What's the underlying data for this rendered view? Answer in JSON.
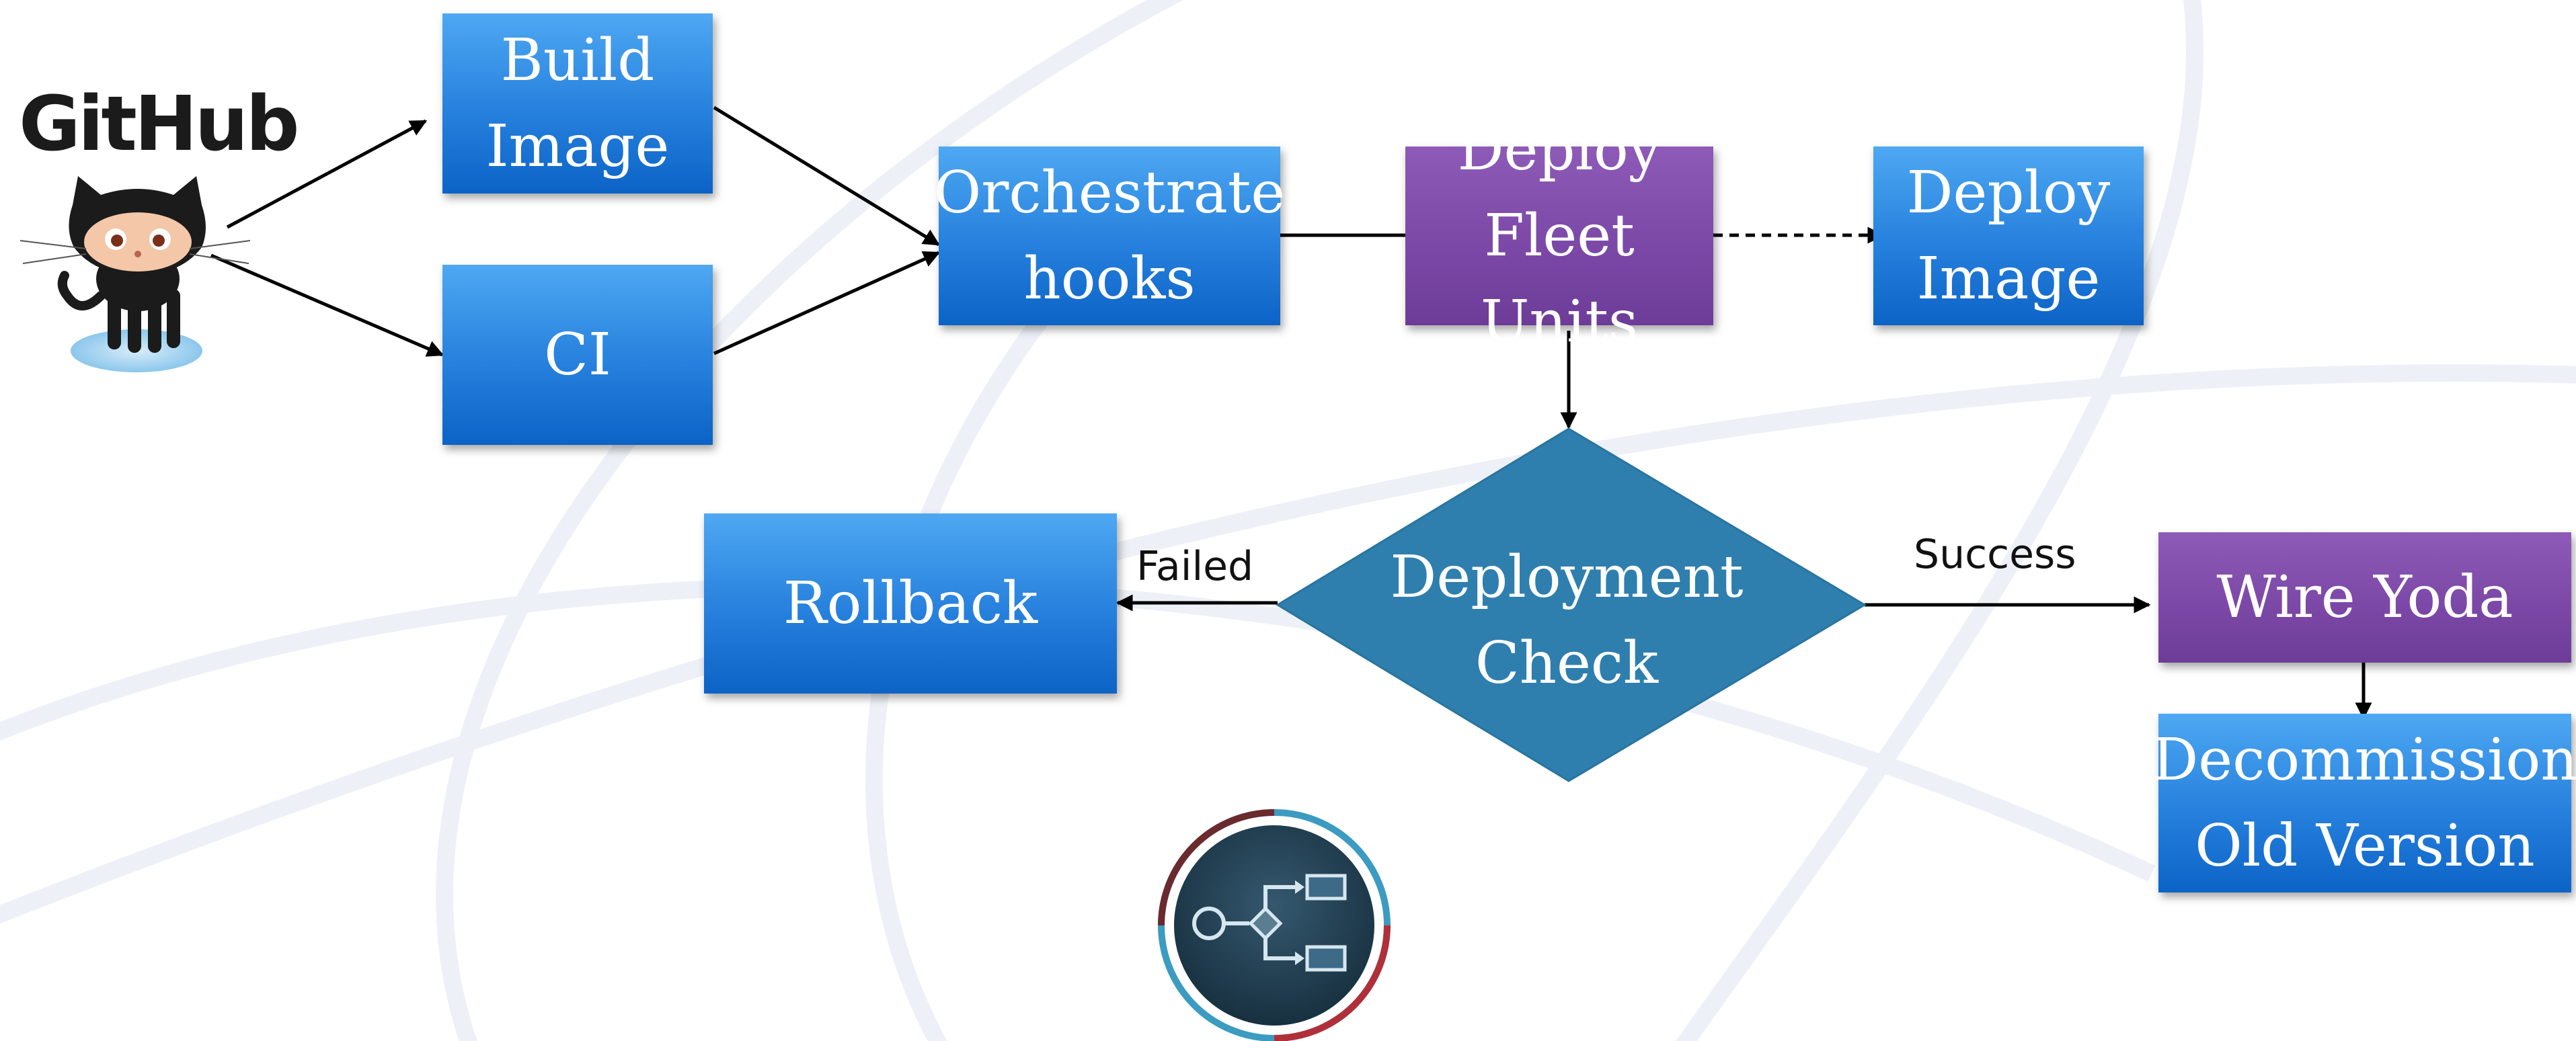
{
  "logo": {
    "text": "GitHub",
    "icon": "octocat-icon"
  },
  "nodes": {
    "build_image": "Build\nImage",
    "ci": "CI",
    "orchestrate": "Orchestrate\nhooks",
    "deploy_fleet": "Deploy\nFleet Units",
    "deploy_image": "Deploy\nImage",
    "deployment_check": "Deployment\nCheck",
    "rollback": "Rollback",
    "wire_yoda": "Wire Yoda",
    "decommission": "Decommission\nOld Version"
  },
  "edge_labels": {
    "failed": "Failed",
    "success": "Success"
  },
  "badge": {
    "icon": "workflow-icon"
  },
  "colors": {
    "process_blue": "#2680dd",
    "process_purple": "#7b47a6",
    "decision_teal": "#2e7fae",
    "badge_dark": "#1d3a4d"
  }
}
